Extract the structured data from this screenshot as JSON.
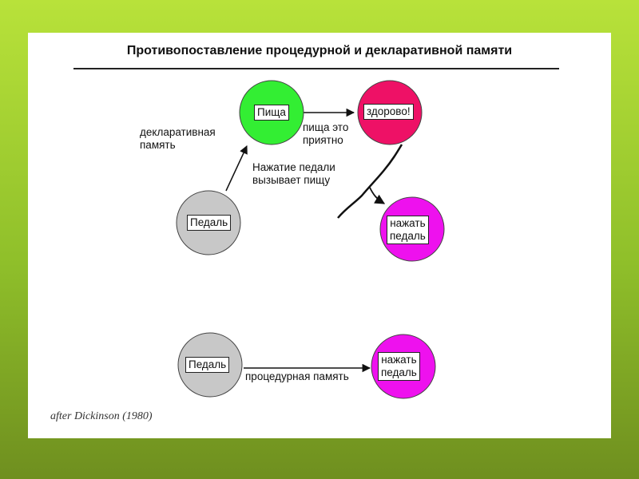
{
  "slide": {
    "title": "Противопоставление процедурной и декларативной памяти",
    "caption": "after Dickinson (1980)"
  },
  "diagram": {
    "nodes": {
      "food": {
        "label": "Пища",
        "color": "#33ee33"
      },
      "great": {
        "label": "здорово!",
        "color": "#ee1166"
      },
      "pedal_top": {
        "label": "Педаль",
        "color": "#c8c8c8"
      },
      "press_top": {
        "label_line1": "нажать",
        "label_line2": "педаль",
        "color": "#ee11ee"
      },
      "pedal_bottom": {
        "label": "Педаль",
        "color": "#c8c8c8"
      },
      "press_bottom": {
        "label_line1": "нажать",
        "label_line2": "педаль",
        "color": "#ee11ee"
      }
    },
    "edges": {
      "declarative_line1": "декларативная",
      "declarative_line2": "память",
      "pleasant_line1": "пища это",
      "pleasant_line2": "приятно",
      "causes_line1": "Нажатие педали",
      "causes_line2": "вызывает пищу",
      "procedural": "процедурная память"
    }
  }
}
